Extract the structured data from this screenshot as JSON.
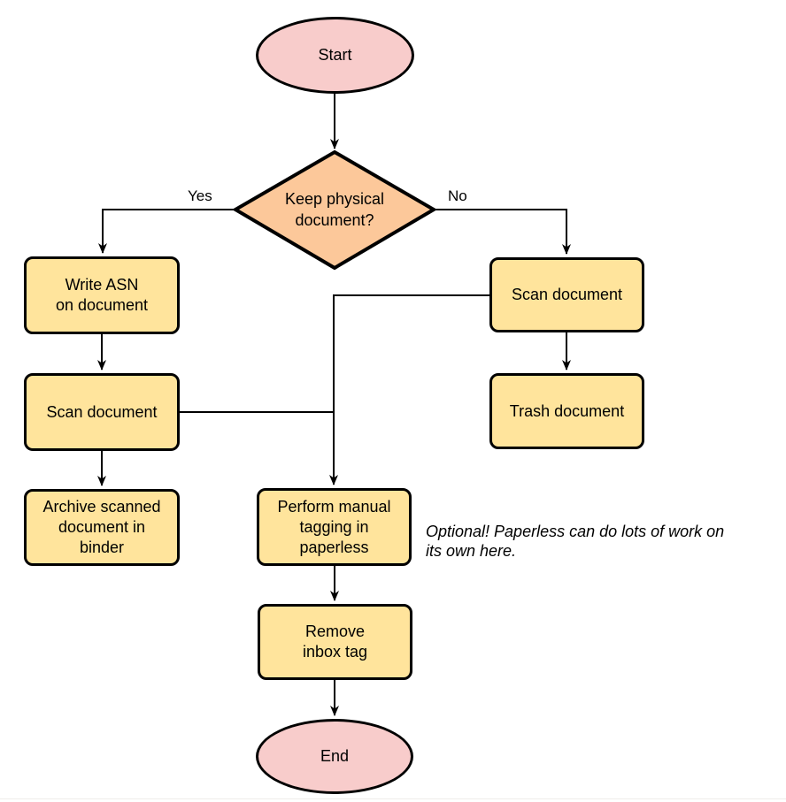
{
  "colors": {
    "terminal_fill": "#f8cccb",
    "decision_fill": "#fcc89a",
    "process_fill": "#ffe49c",
    "line": "#000000"
  },
  "nodes": {
    "start": "Start",
    "decision": "Keep physical\ndocument?",
    "write_asn": "Write ASN\non document",
    "scan_left": "Scan document",
    "archive": "Archive scanned\ndocument in\nbinder",
    "scan_right": "Scan document",
    "trash": "Trash document",
    "tagging": "Perform manual\ntagging in\npaperless",
    "remove_inbox": "Remove\ninbox tag",
    "end": "End"
  },
  "edge_labels": {
    "yes": "Yes",
    "no": "No"
  },
  "annotation": "Optional! Paperless can do lots of work on\nits own here."
}
